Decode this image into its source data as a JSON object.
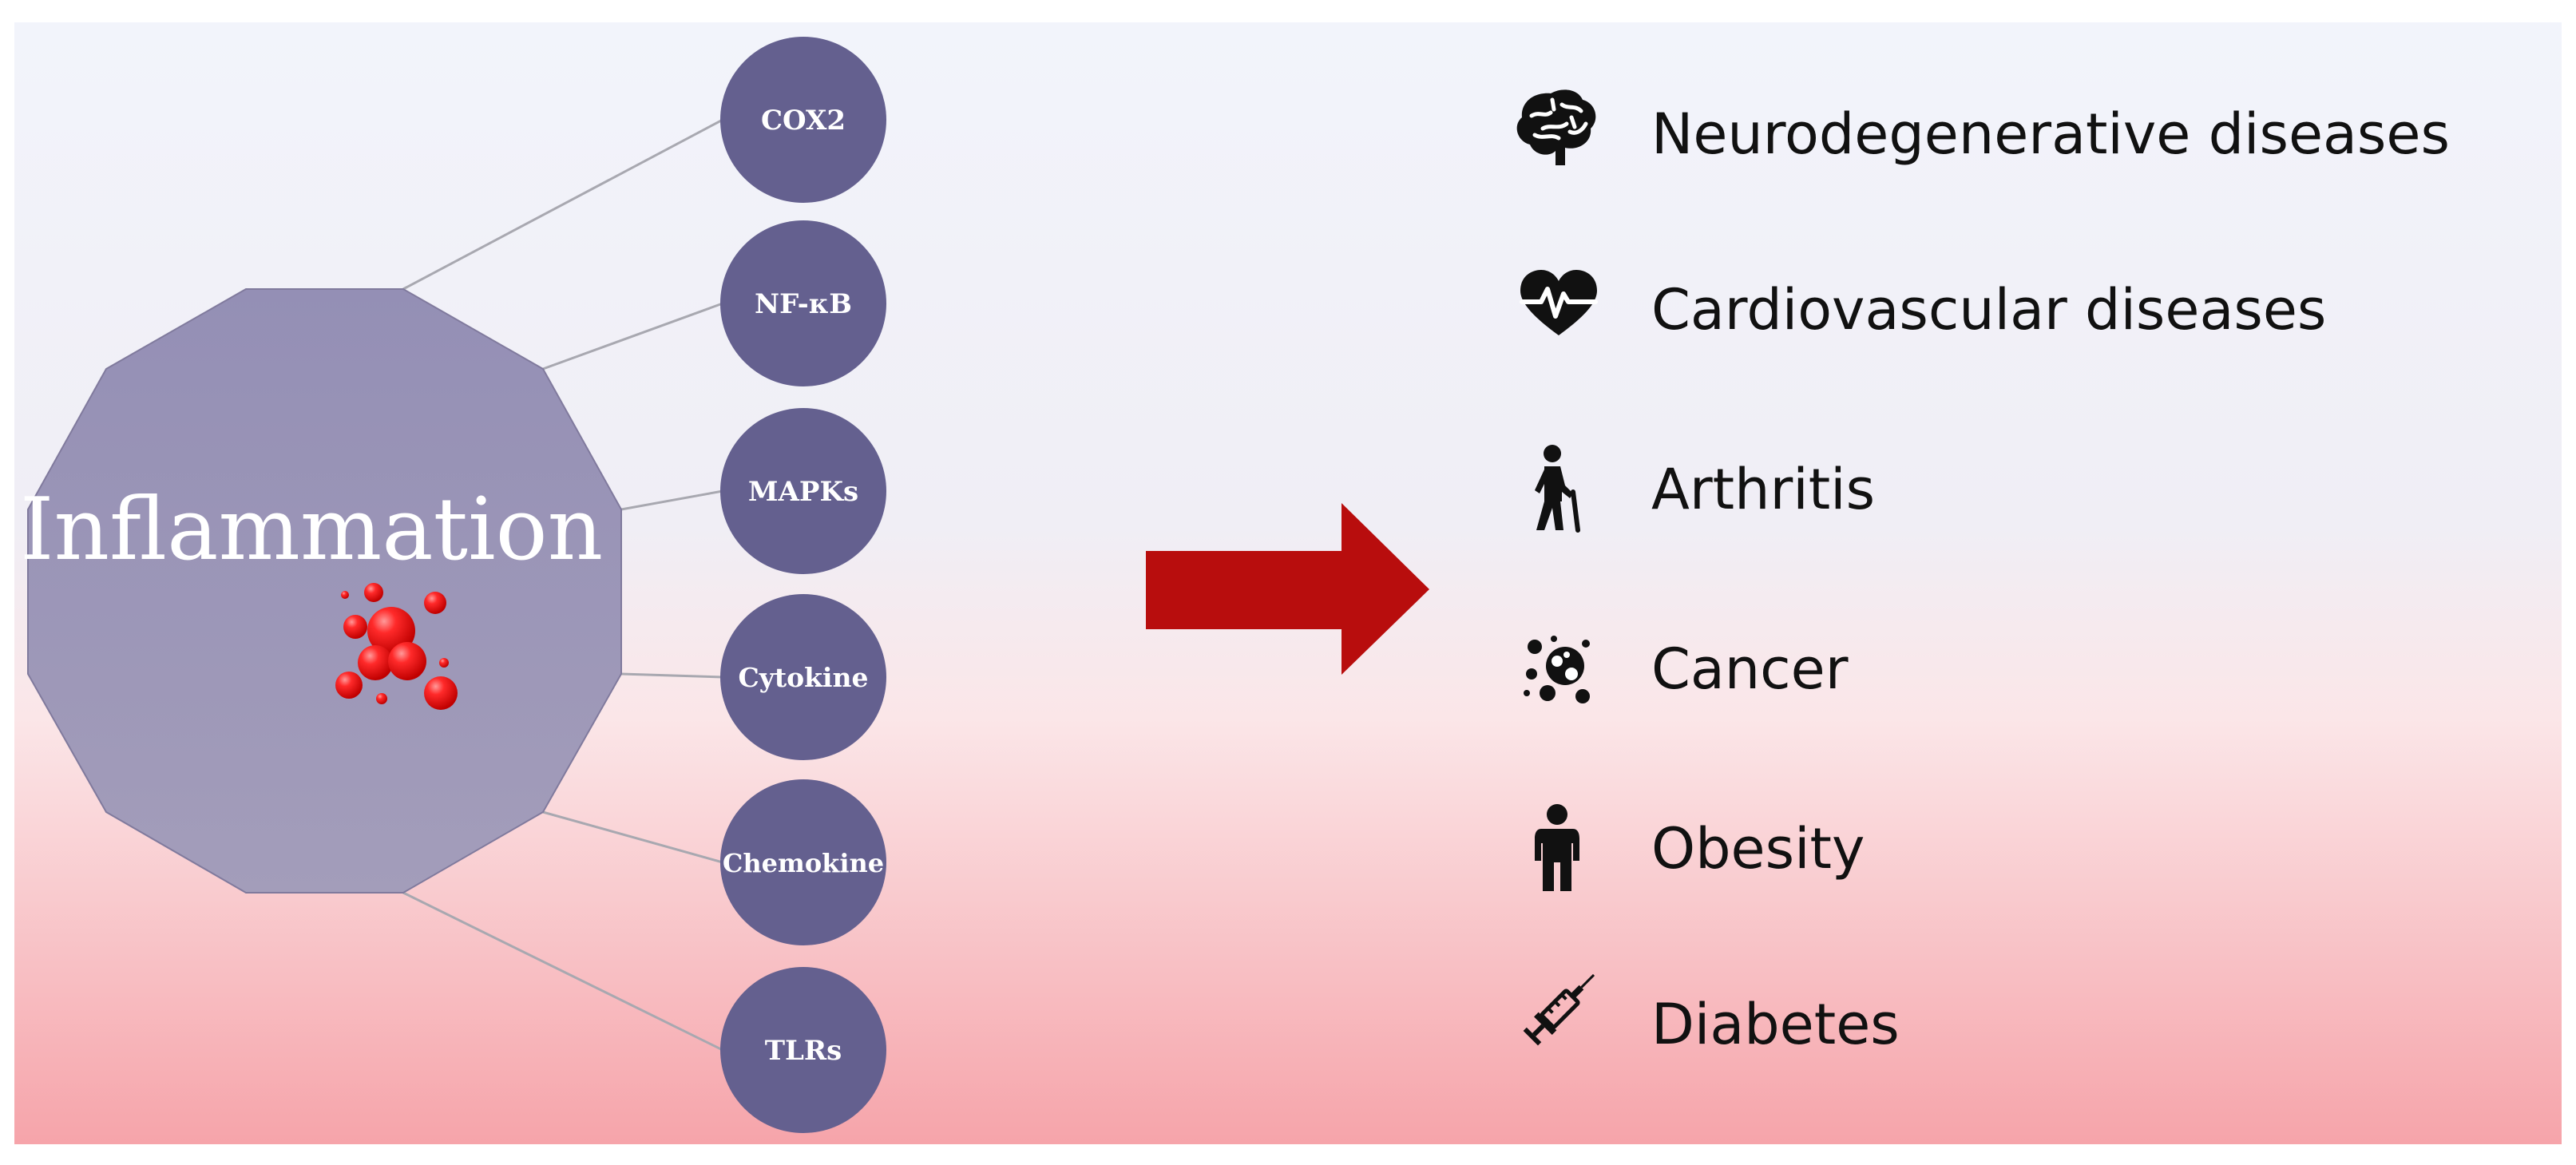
{
  "center": {
    "label": "Inflammation",
    "fill": "#9c96b8"
  },
  "mediators": [
    {
      "label": "COX2"
    },
    {
      "label": "NF-κB"
    },
    {
      "label": "MAPKs"
    },
    {
      "label": "Cytokine"
    },
    {
      "label": "Chemokine"
    },
    {
      "label": "TLRs"
    }
  ],
  "mediator_fill": "#64608f",
  "arrow_color": "#b80d0d",
  "bubble_color": "#ee1111",
  "diseases": [
    {
      "label": "Neurodegenerative diseases",
      "icon": "brain-icon"
    },
    {
      "label": "Cardiovascular diseases",
      "icon": "heart-icon"
    },
    {
      "label": "Arthritis",
      "icon": "elderly-person-icon"
    },
    {
      "label": "Cancer",
      "icon": "cancer-cells-icon"
    },
    {
      "label": "Obesity",
      "icon": "obese-person-icon"
    },
    {
      "label": "Diabetes",
      "icon": "syringe-icon"
    }
  ],
  "background": {
    "top": "#f2f4fb",
    "bottom": "#f6a4aa"
  }
}
